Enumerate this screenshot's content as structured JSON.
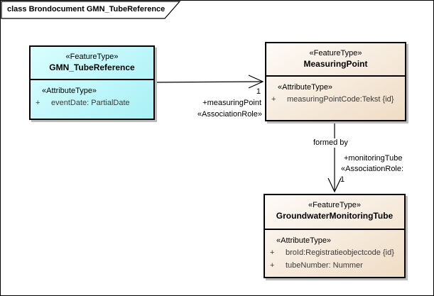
{
  "frame": {
    "title": "class Brondocument GMN_TubeReference"
  },
  "colors": {
    "class_border": "#000000",
    "shadow": "#bbbbbb",
    "cyan_light": "#d9feff",
    "cyan_dark": "#a9f1f6",
    "cream_light": "#fefbf8",
    "cream_dark": "#efdcc4",
    "attr_text": "#3a3a3a"
  },
  "classes": [
    {
      "stereotype": "«FeatureType»",
      "name": "GMN_TubeReference",
      "attr_stereotype": "«AttributeType»",
      "attributes": [
        {
          "vis": "+",
          "text": "eventDate: PartialDate"
        }
      ]
    },
    {
      "stereotype": "«FeatureType»",
      "name": "MeasuringPoint",
      "attr_stereotype": "«AttributeType»",
      "attributes": [
        {
          "vis": "+",
          "text": "measuringPointCode:Tekst {id}"
        }
      ]
    },
    {
      "stereotype": "«FeatureType»",
      "name": "GroundwaterMonitoringTube",
      "attr_stereotype": "«AttributeType»",
      "attributes": [
        {
          "vis": "+",
          "text": "broId:Registratieobjectcode {id}"
        },
        {
          "vis": "+",
          "text": "tubeNumber: Nummer"
        }
      ]
    }
  ],
  "associations": [
    {
      "target_multiplicity": "1",
      "target_role": "+measuringPoint",
      "target_stereotype": "«AssociationRole»"
    },
    {
      "name": "formed by",
      "target_multiplicity": "1",
      "target_role": "+monitoringTube",
      "target_stereotype": "«AssociationRole:"
    }
  ]
}
